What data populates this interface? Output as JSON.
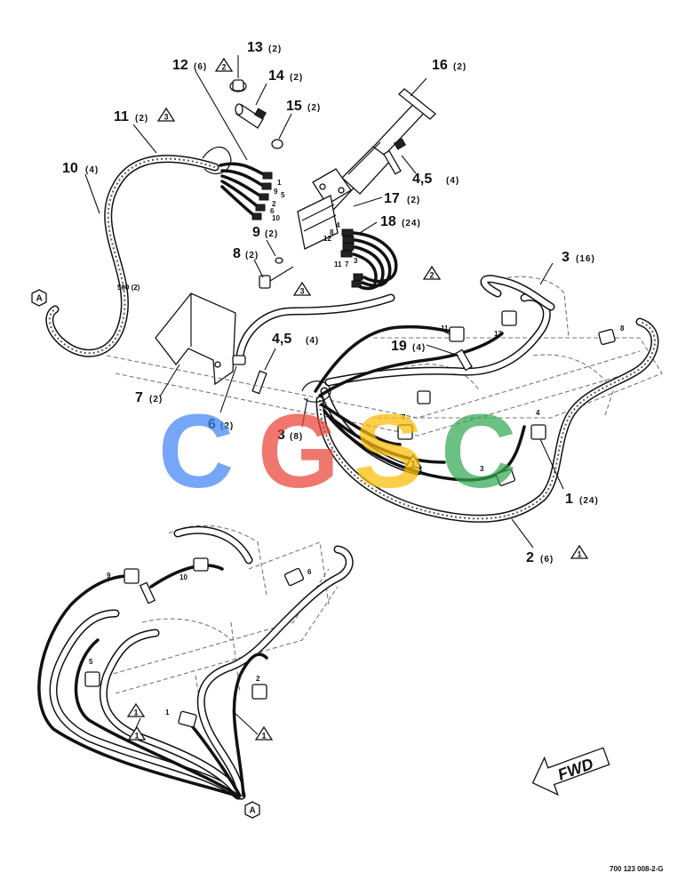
{
  "callouts": [
    {
      "id": "c1",
      "num": "1",
      "qty": "(24)"
    },
    {
      "id": "c2",
      "num": "2",
      "qty": "(6)"
    },
    {
      "id": "c3a",
      "num": "3",
      "qty": "(16)"
    },
    {
      "id": "c3b",
      "num": "3",
      "qty": "(8)"
    },
    {
      "id": "c45a",
      "num": "4,5",
      "qty": "(4)"
    },
    {
      "id": "c45b",
      "num": "4,5",
      "qty": "(4)"
    },
    {
      "id": "c6",
      "num": "6",
      "qty": "(2)"
    },
    {
      "id": "c7",
      "num": "7",
      "qty": "(2)"
    },
    {
      "id": "c8",
      "num": "8",
      "qty": "(2)"
    },
    {
      "id": "c9",
      "num": "9",
      "qty": "(2)"
    },
    {
      "id": "c10",
      "num": "10",
      "qty": "(4)"
    },
    {
      "id": "c11",
      "num": "11",
      "qty": "(2)"
    },
    {
      "id": "c12",
      "num": "12",
      "qty": "(6)"
    },
    {
      "id": "c13",
      "num": "13",
      "qty": "(2)"
    },
    {
      "id": "c14",
      "num": "14",
      "qty": "(2)"
    },
    {
      "id": "c15",
      "num": "15",
      "qty": "(2)"
    },
    {
      "id": "c16",
      "num": "16",
      "qty": "(2)"
    },
    {
      "id": "c17",
      "num": "17",
      "qty": "(2)"
    },
    {
      "id": "c18",
      "num": "18",
      "qty": "(24)"
    },
    {
      "id": "c19",
      "num": "19",
      "qty": "(4)"
    }
  ],
  "hose_length_label": "500 (2)",
  "note_triangles": [
    "1",
    "2",
    "3",
    "1",
    "1",
    "1",
    "1",
    "2",
    "3"
  ],
  "hex_marker": "A",
  "port_numbers_top": [
    "1",
    "9",
    "5",
    "2",
    "6",
    "10"
  ],
  "port_numbers_right": [
    "4",
    "8",
    "12",
    "11",
    "7",
    "3"
  ],
  "harness_port_labels_top": [
    "11",
    "12",
    "8",
    "7",
    "3",
    "4"
  ],
  "harness_port_labels_bottom": [
    "9",
    "10",
    "6",
    "5",
    "2",
    "1"
  ],
  "fwd_label": "FWD",
  "watermark": [
    "C",
    "G",
    "S",
    "C"
  ],
  "watermark_colors": [
    "#4285f4",
    "#ea4335",
    "#fbbc05",
    "#34a853"
  ],
  "drawing_number": "700 123 008-2-G"
}
